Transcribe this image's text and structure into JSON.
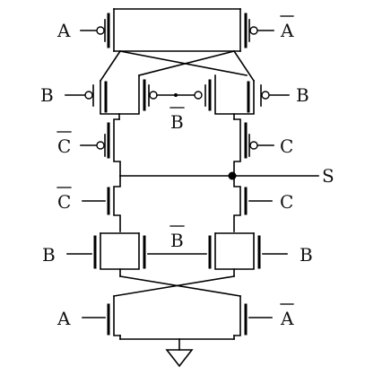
{
  "labels": {
    "a": "A",
    "a_bar": "A",
    "b": "B",
    "b_bar": "B",
    "c": "C",
    "c_bar": "C",
    "s": "S"
  }
}
